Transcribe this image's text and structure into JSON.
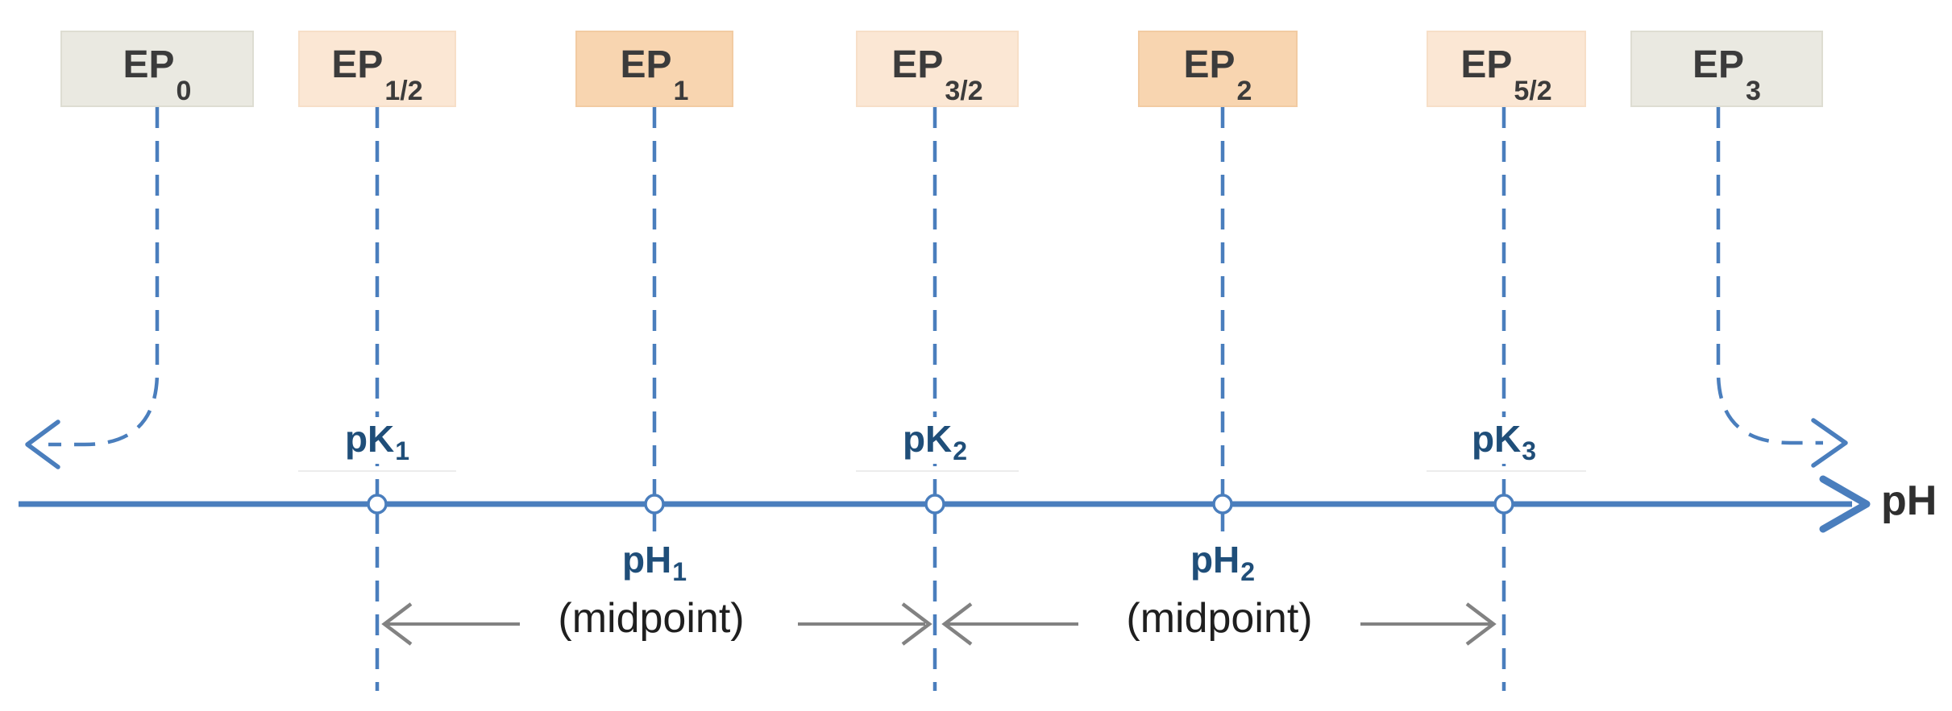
{
  "diagram": {
    "description": "Titration equivalence points and pKa positions along a pH axis",
    "axis": {
      "label": "pH"
    },
    "ep_boxes": [
      {
        "base": "EP",
        "sub": "0",
        "style": "gray"
      },
      {
        "base": "EP",
        "sub": "1/2",
        "style": "light"
      },
      {
        "base": "EP",
        "sub": "1",
        "style": "peach"
      },
      {
        "base": "EP",
        "sub": "3/2",
        "style": "light"
      },
      {
        "base": "EP",
        "sub": "2",
        "style": "peach"
      },
      {
        "base": "EP",
        "sub": "5/2",
        "style": "light"
      },
      {
        "base": "EP",
        "sub": "3",
        "style": "gray"
      }
    ],
    "pk_markers": [
      {
        "base": "pK",
        "sub": "1"
      },
      {
        "base": "pK",
        "sub": "2"
      },
      {
        "base": "pK",
        "sub": "3"
      }
    ],
    "midpoints": [
      {
        "base": "pH",
        "sub": "1",
        "caption": "(midpoint)"
      },
      {
        "base": "pH",
        "sub": "2",
        "caption": "(midpoint)"
      }
    ],
    "colors": {
      "axis_blue": "#4a7ebd",
      "label_navy": "#1f4e79",
      "box_gray": "#eae9e1",
      "box_peach": "#f8d5b0",
      "box_peach_light": "#fbe7d4",
      "box_text": "#3b3b3b",
      "arrow_gray": "#828282",
      "caption_black": "#1f1f1f",
      "axis_title_color": "#2f2f2f"
    }
  }
}
